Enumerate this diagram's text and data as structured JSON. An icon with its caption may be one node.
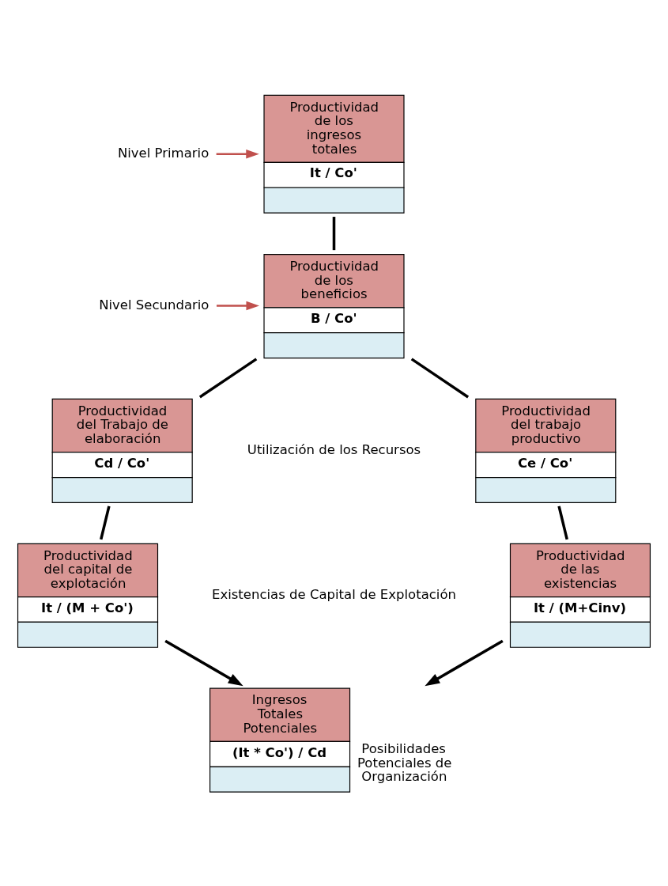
{
  "diagram": {
    "nodes": [
      {
        "text": [
          "Productividad de los ingresos totales",
          "It / Co'"
        ]
      },
      {
        "text": [
          "Nivel Primario"
        ]
      },
      {
        "text": [
          "Productividad de los beneficios",
          "B / Co'"
        ]
      },
      {
        "text": [
          "Nivel Secundario"
        ]
      },
      {
        "text": [
          "Productividad del Trabajo de elaboración",
          "Cd / Co'"
        ]
      },
      {
        "text": [
          "Productividad del trabajo productivo",
          "Ce / Co'"
        ]
      },
      {
        "text": [
          "Productividad del capital de explotación",
          "It / (M + Co')"
        ]
      },
      {
        "text": [
          "Productividad de las existencias",
          "It / (M+Cinv)"
        ]
      },
      {
        "text": [
          "Ingresos Totales Potenciales",
          "(It * Co') / Cd"
        ],
        "beside": [
          "Posibilidades Potenciales de Organización"
        ]
      }
    ],
    "edges": [
      {
        "from": 1,
        "to": 0,
        "arrow": "to",
        "color": "#c0504d"
      },
      {
        "from": 0,
        "to": 2,
        "arrow": "none"
      },
      {
        "from": 3,
        "to": 2,
        "arrow": "to",
        "color": "#c0504d"
      },
      {
        "from": 2,
        "to": 4,
        "arrow": "none"
      },
      {
        "from": 2,
        "to": 5,
        "arrow": "none"
      },
      {
        "from": 4,
        "to": 6,
        "arrow": "none"
      },
      {
        "from": 5,
        "to": 7,
        "arrow": "none"
      },
      {
        "from": 6,
        "to": 8,
        "arrow": "to"
      },
      {
        "from": 7,
        "to": 8,
        "arrow": "to"
      }
    ],
    "labels": [
      "Utilización de los Recursos",
      "Existencias de Capital de Explotación"
    ]
  }
}
